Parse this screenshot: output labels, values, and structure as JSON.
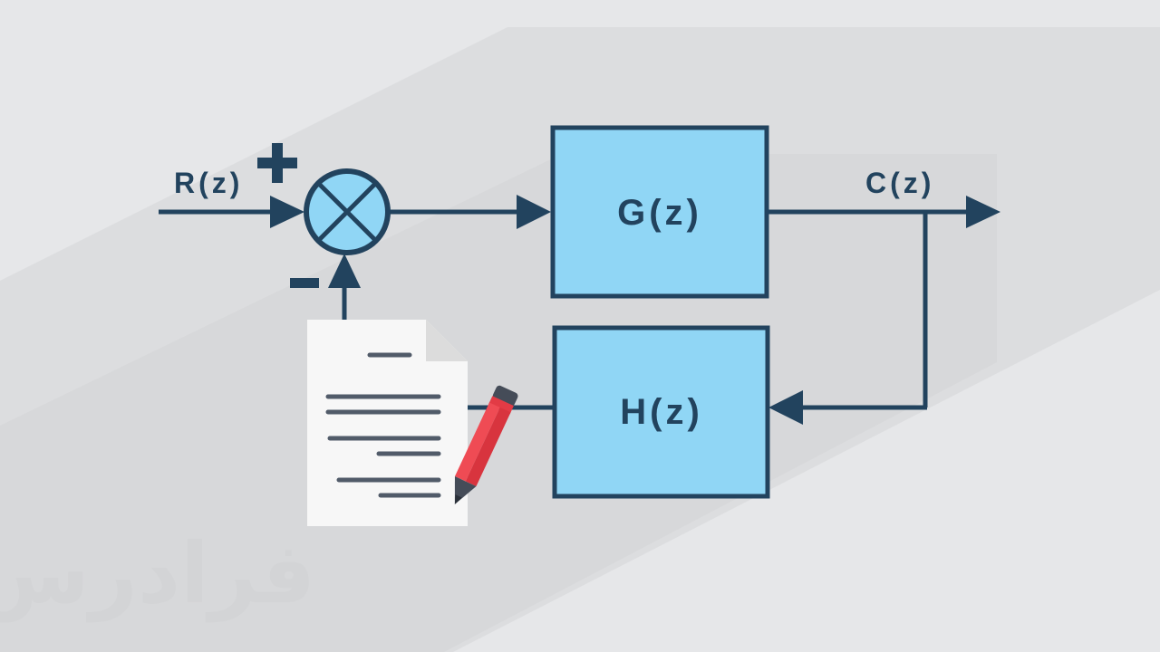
{
  "diagram": {
    "input_label": "R(z)",
    "output_label": "C(z)",
    "forward_block": "G(z)",
    "feedback_block": "H(z)",
    "plus_sign": "+",
    "minus_sign": "-"
  },
  "watermark": "فرادرس",
  "colors": {
    "background": "#e6e7e9",
    "shadow": "#d8d9db",
    "line": "#22435e",
    "block_fill": "#90d6f5",
    "paper": "#f7f7f7",
    "pencil": "#ef4b54"
  },
  "icons": [
    "summing-junction-icon",
    "document-icon",
    "pencil-icon"
  ]
}
